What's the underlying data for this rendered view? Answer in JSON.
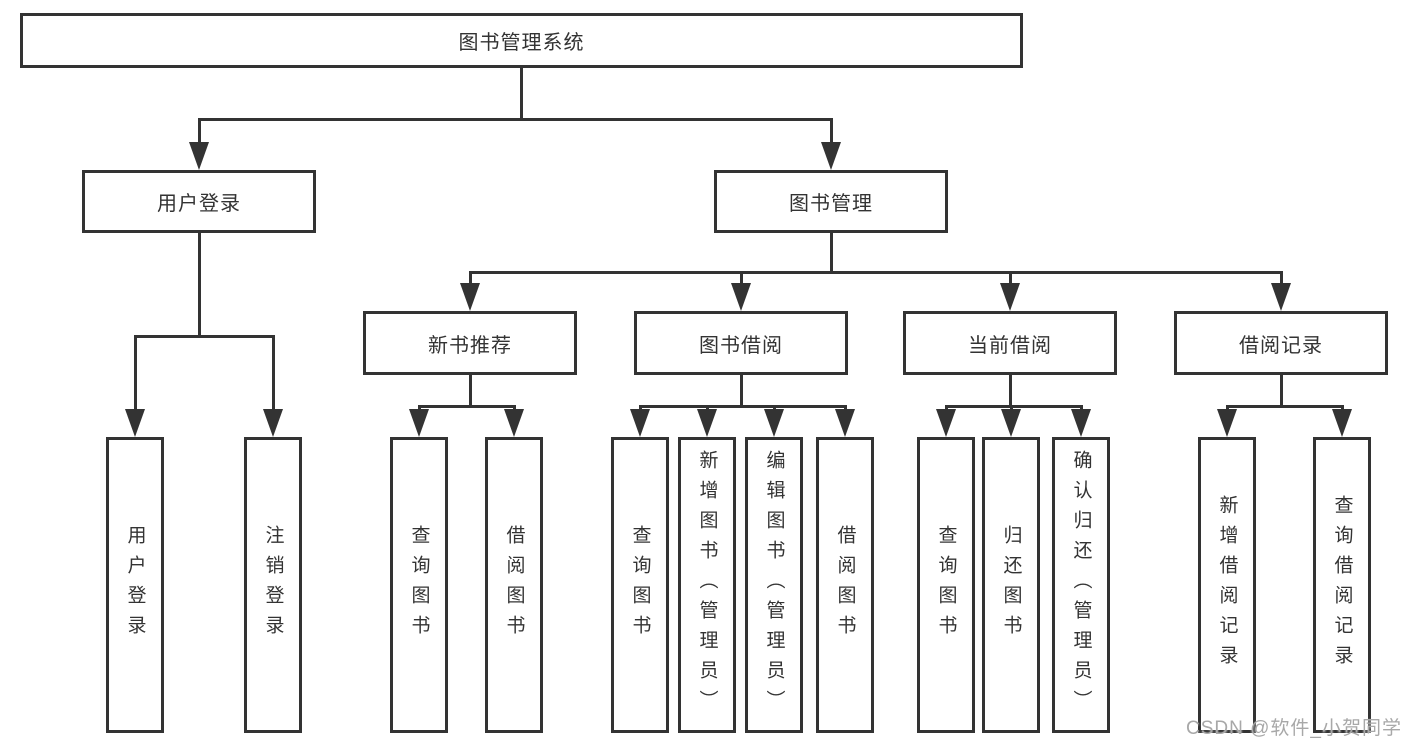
{
  "root": {
    "label": "图书管理系统"
  },
  "login": {
    "label": "用户登录",
    "children": [
      "用户登录",
      "注销登录"
    ]
  },
  "mgmt": {
    "label": "图书管理"
  },
  "sections": [
    {
      "label": "新书推荐",
      "children": [
        "查询图书",
        "借阅图书"
      ]
    },
    {
      "label": "图书借阅",
      "children": [
        "查询图书",
        "新增图书（管理员）",
        "编辑图书（管理员）",
        "借阅图书"
      ]
    },
    {
      "label": "当前借阅",
      "children": [
        "查询图书",
        "归还图书",
        "确认归还（管理员）"
      ]
    },
    {
      "label": "借阅记录",
      "children": [
        "新增借阅记录",
        "查询借阅记录"
      ]
    }
  ],
  "watermark": "CSDN @软件_小贺同学",
  "colors": {
    "line": "#333333",
    "text": "#333333",
    "watermark": "#a8a8a8",
    "background": "#ffffff"
  }
}
